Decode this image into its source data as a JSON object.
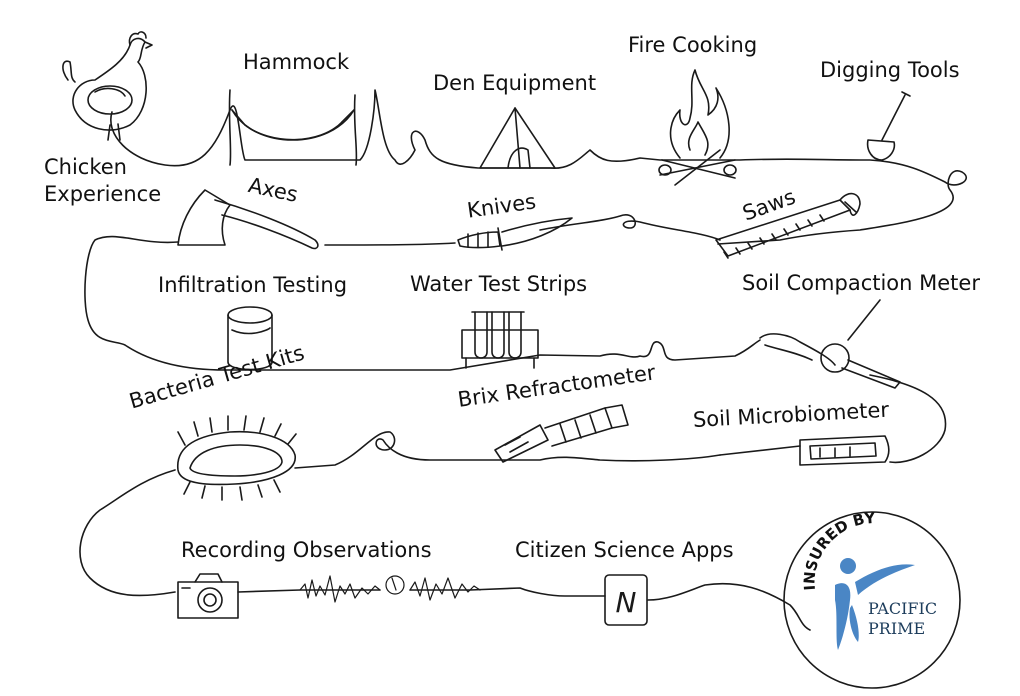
{
  "labels": {
    "chicken": "Chicken Experience",
    "hammock": "Hammock",
    "den": "Den Equipment",
    "fire": "Fire Cooking",
    "digging": "Digging Tools",
    "axes": "Axes",
    "knives": "Knives",
    "saws": "Saws",
    "infiltration": "Infiltration Testing",
    "water": "Water Test Strips",
    "compaction": "Soil Compaction Meter",
    "bacteria": "Bacteria Test Kits",
    "brix": "Brix Refractometer",
    "microbiometer": "Soil Microbiometer",
    "recording": "Recording Observations",
    "citizen": "Citizen Science Apps"
  },
  "logo": {
    "ring_text": "INSURED BY",
    "brand_line1": "PACIFIC",
    "brand_line2": "PRIME",
    "app_letter": "N"
  },
  "colors": {
    "line": "#1a1a1a",
    "logo_blue": "#4a86c5",
    "logo_text": "#1d3d5c"
  },
  "icons": [
    "chicken-icon",
    "hammock-icon",
    "tent-icon",
    "campfire-icon",
    "shovel-icon",
    "axe-icon",
    "knife-icon",
    "saw-icon",
    "cylinder-icon",
    "test-tubes-icon",
    "compaction-meter-icon",
    "bacteria-icon",
    "refractometer-icon",
    "thermometer-probe-icon",
    "camera-icon",
    "app-icon"
  ]
}
